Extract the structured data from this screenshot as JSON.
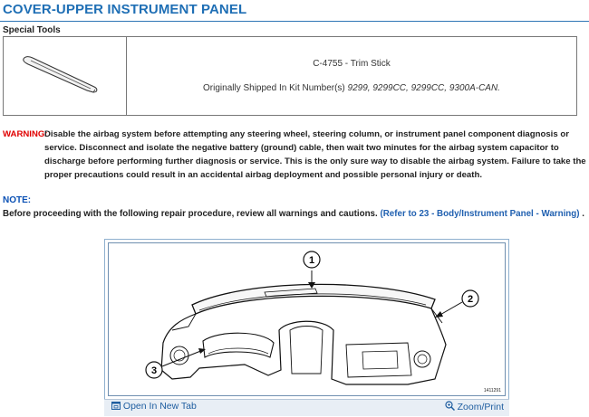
{
  "page": {
    "title": "COVER-UPPER INSTRUMENT PANEL",
    "special_tools_heading": "Special Tools"
  },
  "tools": [
    {
      "name": "C-4755 - Trim Stick",
      "kit_prefix": "Originally Shipped In Kit Number(s) ",
      "kit_numbers": "9299, 9299CC, 9299CC, 9300A-CAN."
    }
  ],
  "warning": {
    "label": "WARNING:",
    "text": "Disable the airbag system before attempting any steering wheel, steering column, or instrument panel component diagnosis or service. Disconnect and isolate the negative battery (ground) cable, then wait two minutes for the airbag system capacitor to discharge before performing further diagnosis or service. This is the only sure way to disable the airbag system. Failure to take the proper precautions could result in an accidental airbag deployment and possible personal injury or death."
  },
  "note": {
    "label": "NOTE:",
    "text": "Before proceeding with the following repair procedure, review all warnings and cautions. ",
    "link": "(Refer to 23 - Body/Instrument Panel - Warning)",
    "suffix": " ."
  },
  "figure": {
    "callouts": [
      "1",
      "2",
      "3"
    ],
    "figure_id": "1411291",
    "open_tab_label": "Open In New Tab",
    "zoom_label": "Zoom/Print",
    "open_tab_icon": "open-new-tab-icon",
    "zoom_icon": "magnifier-icon"
  },
  "colors": {
    "title": "#1f6fb5",
    "warning_label": "#e00000",
    "note_label": "#0a50b4",
    "link": "#2060b0"
  }
}
